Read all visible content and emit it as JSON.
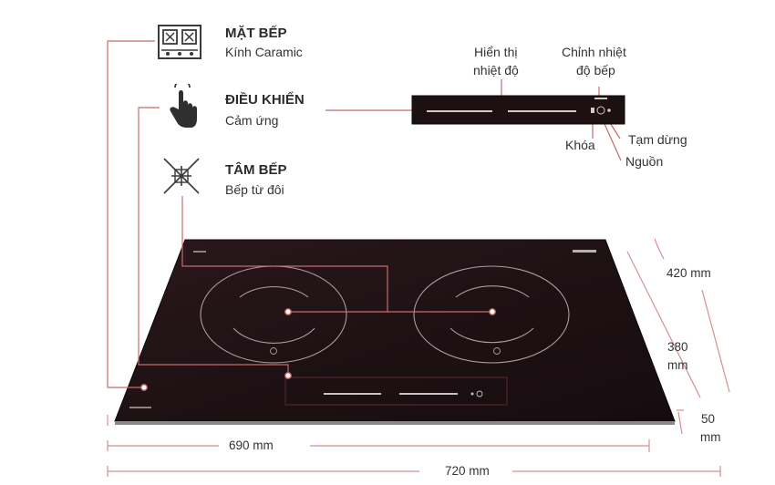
{
  "features": [
    {
      "title": "MẶT BẾP",
      "subtitle": "Kính Caramic",
      "icon": "cooktop-icon"
    },
    {
      "title": "ĐIỀU KHIỂN",
      "subtitle": "Cảm ứng",
      "icon": "touch-hand-icon"
    },
    {
      "title": "TÂM BẾP",
      "subtitle": "Bếp từ đôi",
      "icon": "heating-zone-icon"
    }
  ],
  "callouts": {
    "display_line1": "Hiển thị",
    "display_line2": "nhiệt độ",
    "adjust_line1": "Chỉnh nhiệt",
    "adjust_line2": "độ bếp",
    "lock": "Khóa",
    "pause": "Tạm dừng",
    "power": "Nguồn"
  },
  "dimensions": {
    "depth": "420 mm",
    "cutout_depth_line1": "380",
    "cutout_depth_line2": "mm",
    "thickness_line1": "50",
    "thickness_line2": "mm",
    "cutout_width": "690 mm",
    "width": "720 mm"
  },
  "colors": {
    "glass": "#231417",
    "leader": "#c86b6b",
    "dim_line": "#d98e8e",
    "icon_stroke": "#3a3a3a"
  }
}
